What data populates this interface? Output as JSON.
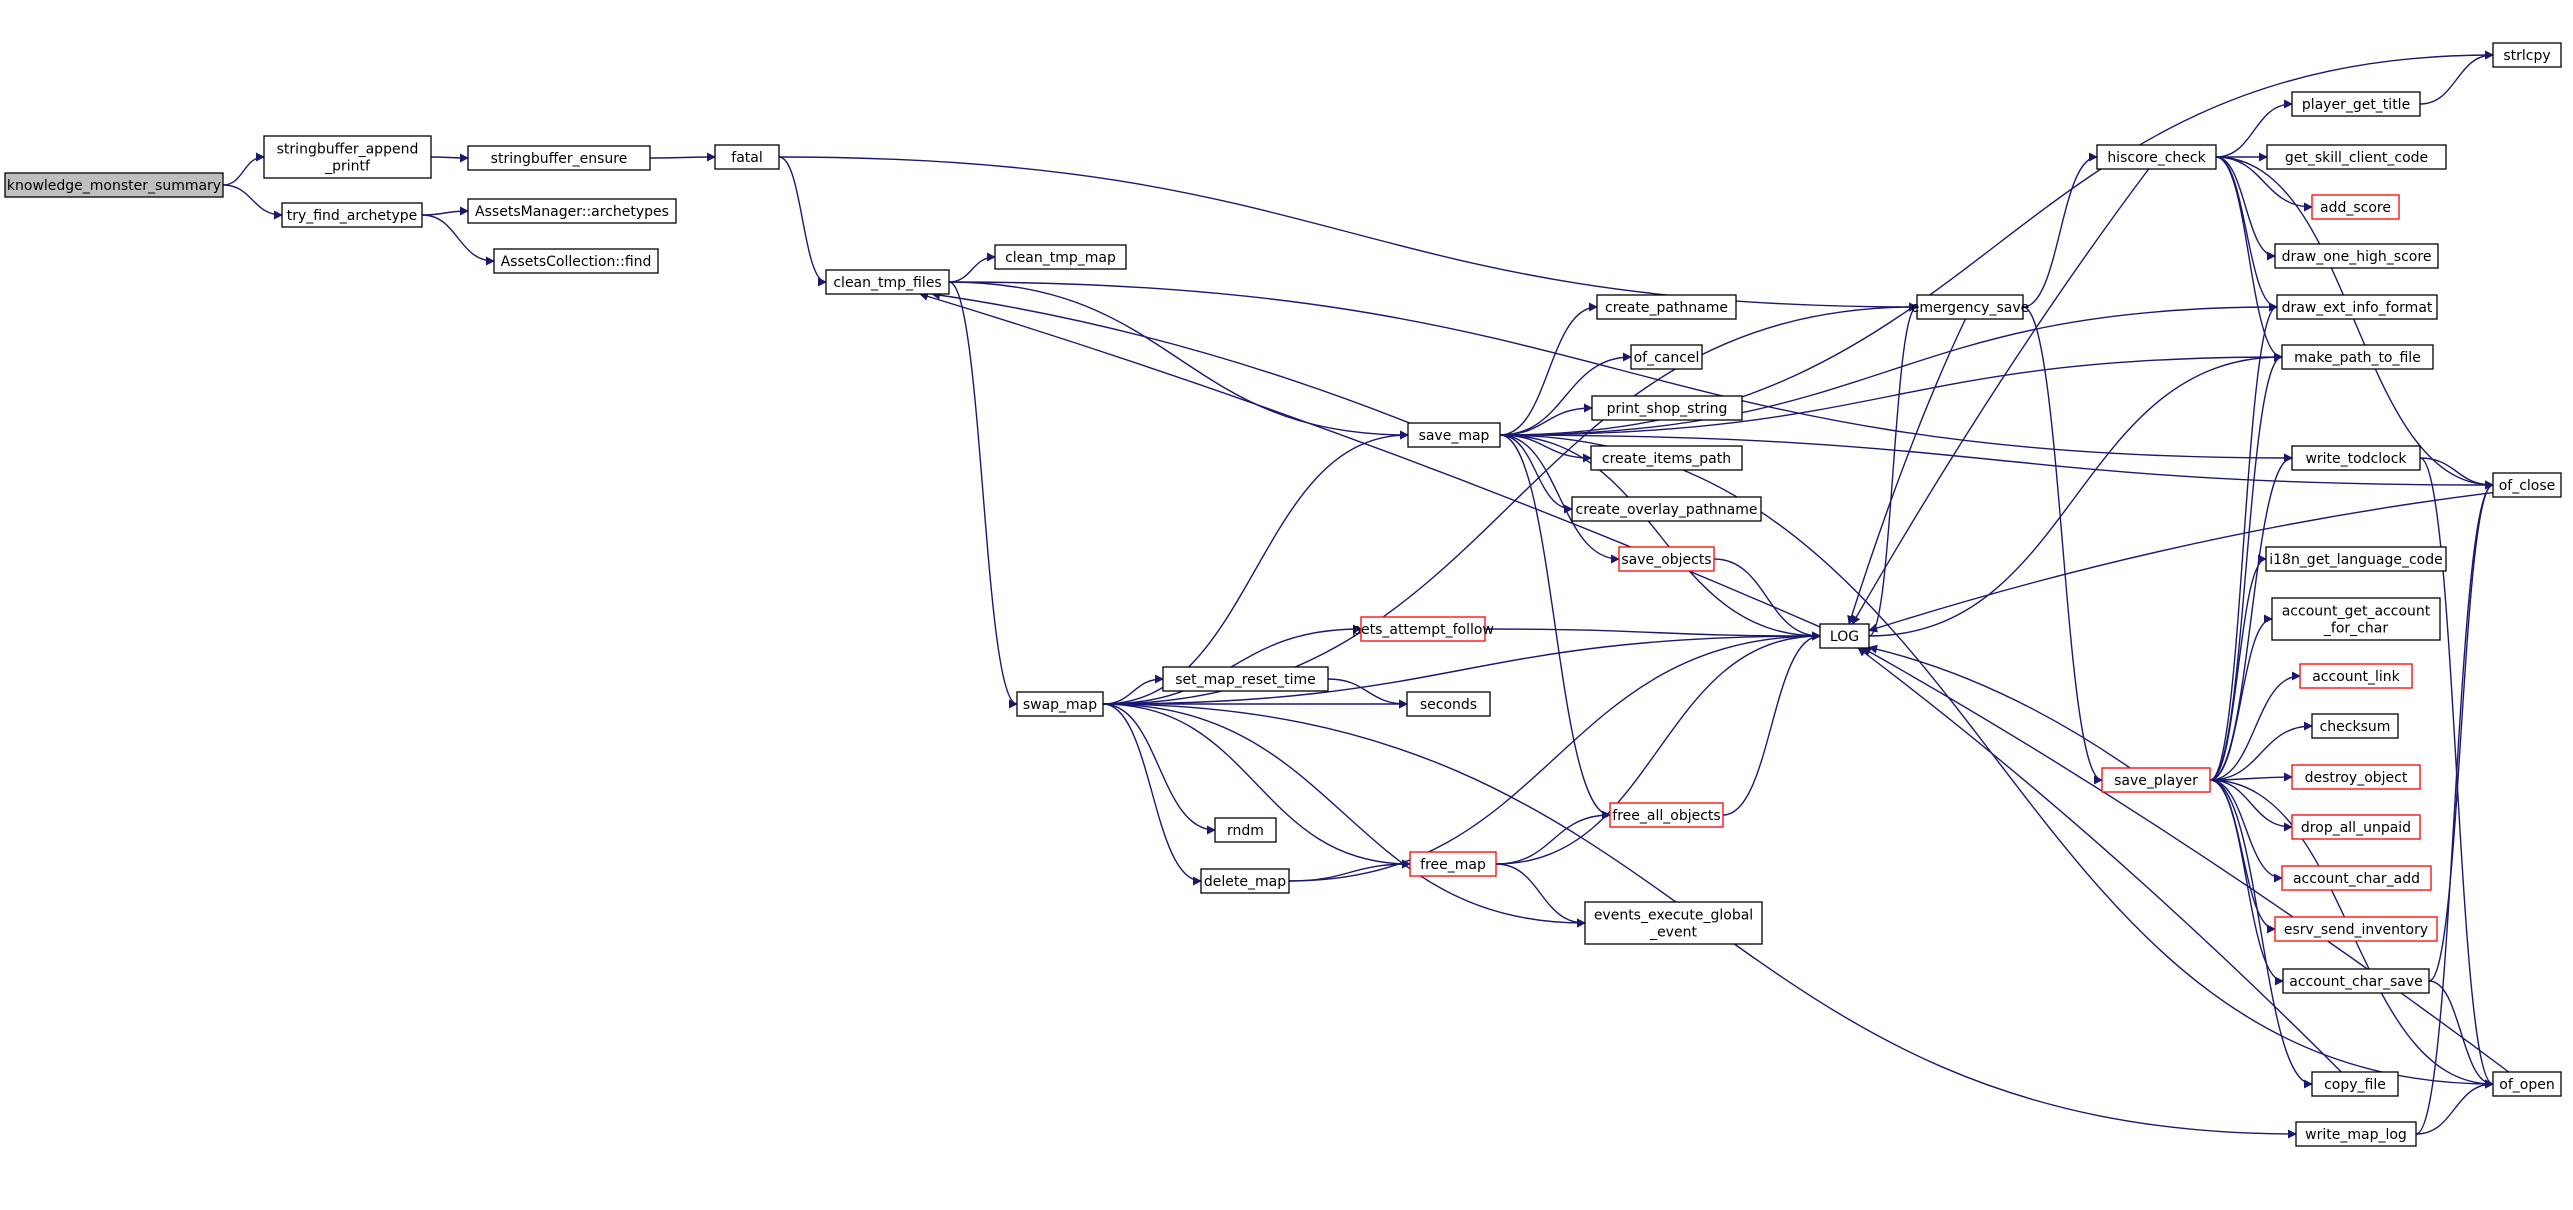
{
  "colors": {
    "edge": "#191970",
    "node_border": "#000000",
    "node_border_truncated": "#ff0000",
    "root_fill": "#bfbfbf",
    "node_fill": "#ffffff"
  },
  "nodes": [
    {
      "id": "knowledge_monster_summary",
      "lines": [
        "knowledge_monster_summary"
      ],
      "root": true
    },
    {
      "id": "stringbuffer_append_printf",
      "lines": [
        "stringbuffer_append",
        "_printf"
      ]
    },
    {
      "id": "try_find_archetype",
      "lines": [
        "try_find_archetype"
      ]
    },
    {
      "id": "stringbuffer_ensure",
      "lines": [
        "stringbuffer_ensure"
      ]
    },
    {
      "id": "assets_manager_archetypes",
      "lines": [
        "AssetsManager::archetypes"
      ]
    },
    {
      "id": "assets_collection_find",
      "lines": [
        "AssetsCollection::find"
      ]
    },
    {
      "id": "fatal",
      "lines": [
        "fatal"
      ]
    },
    {
      "id": "clean_tmp_files",
      "lines": [
        "clean_tmp_files"
      ]
    },
    {
      "id": "clean_tmp_map",
      "lines": [
        "clean_tmp_map"
      ]
    },
    {
      "id": "swap_map",
      "lines": [
        "swap_map"
      ]
    },
    {
      "id": "save_map",
      "lines": [
        "save_map"
      ]
    },
    {
      "id": "create_pathname",
      "lines": [
        "create_pathname"
      ]
    },
    {
      "id": "of_cancel",
      "lines": [
        "of_cancel"
      ]
    },
    {
      "id": "print_shop_string",
      "lines": [
        "print_shop_string"
      ]
    },
    {
      "id": "create_items_path",
      "lines": [
        "create_items_path"
      ]
    },
    {
      "id": "create_overlay_pathname",
      "lines": [
        "create_overlay_pathname"
      ]
    },
    {
      "id": "save_objects",
      "lines": [
        "save_objects"
      ],
      "truncated": true
    },
    {
      "id": "pets_attempt_follow",
      "lines": [
        "pets_attempt_follow"
      ],
      "truncated": true
    },
    {
      "id": "set_map_reset_time",
      "lines": [
        "set_map_reset_time"
      ]
    },
    {
      "id": "seconds",
      "lines": [
        "seconds"
      ]
    },
    {
      "id": "rndm",
      "lines": [
        "rndm"
      ]
    },
    {
      "id": "delete_map",
      "lines": [
        "delete_map"
      ]
    },
    {
      "id": "free_map",
      "lines": [
        "free_map"
      ],
      "truncated": true
    },
    {
      "id": "free_all_objects",
      "lines": [
        "free_all_objects"
      ],
      "truncated": true
    },
    {
      "id": "events_execute_global_event",
      "lines": [
        "events_execute_global",
        "_event"
      ]
    },
    {
      "id": "LOG",
      "lines": [
        "LOG"
      ]
    },
    {
      "id": "emergency_save",
      "lines": [
        "emergency_save"
      ]
    },
    {
      "id": "hiscore_check",
      "lines": [
        "hiscore_check"
      ]
    },
    {
      "id": "save_player",
      "lines": [
        "save_player"
      ],
      "truncated": true
    },
    {
      "id": "strlcpy",
      "lines": [
        "strlcpy"
      ]
    },
    {
      "id": "player_get_title",
      "lines": [
        "player_get_title"
      ]
    },
    {
      "id": "get_skill_client_code",
      "lines": [
        "get_skill_client_code"
      ]
    },
    {
      "id": "add_score",
      "lines": [
        "add_score"
      ],
      "truncated": true
    },
    {
      "id": "draw_one_high_score",
      "lines": [
        "draw_one_high_score"
      ]
    },
    {
      "id": "draw_ext_info_format",
      "lines": [
        "draw_ext_info_format"
      ]
    },
    {
      "id": "make_path_to_file",
      "lines": [
        "make_path_to_file"
      ]
    },
    {
      "id": "write_todclock",
      "lines": [
        "write_todclock"
      ]
    },
    {
      "id": "of_close",
      "lines": [
        "of_close"
      ]
    },
    {
      "id": "i18n_get_language_code",
      "lines": [
        "i18n_get_language_code"
      ]
    },
    {
      "id": "account_get_account_for_char",
      "lines": [
        "account_get_account",
        "_for_char"
      ]
    },
    {
      "id": "account_link",
      "lines": [
        "account_link"
      ],
      "truncated": true
    },
    {
      "id": "checksum",
      "lines": [
        "checksum"
      ]
    },
    {
      "id": "destroy_object",
      "lines": [
        "destroy_object"
      ],
      "truncated": true
    },
    {
      "id": "drop_all_unpaid",
      "lines": [
        "drop_all_unpaid"
      ],
      "truncated": true
    },
    {
      "id": "account_char_add",
      "lines": [
        "account_char_add"
      ],
      "truncated": true
    },
    {
      "id": "esrv_send_inventory",
      "lines": [
        "esrv_send_inventory"
      ],
      "truncated": true
    },
    {
      "id": "account_char_save",
      "lines": [
        "account_char_save"
      ]
    },
    {
      "id": "copy_file",
      "lines": [
        "copy_file"
      ]
    },
    {
      "id": "of_open",
      "lines": [
        "of_open"
      ]
    },
    {
      "id": "write_map_log",
      "lines": [
        "write_map_log"
      ]
    }
  ],
  "edges": [
    [
      "knowledge_monster_summary",
      "stringbuffer_append_printf"
    ],
    [
      "knowledge_monster_summary",
      "try_find_archetype"
    ],
    [
      "stringbuffer_append_printf",
      "stringbuffer_ensure"
    ],
    [
      "try_find_archetype",
      "assets_manager_archetypes"
    ],
    [
      "try_find_archetype",
      "assets_collection_find"
    ],
    [
      "stringbuffer_ensure",
      "fatal"
    ],
    [
      "fatal",
      "clean_tmp_files"
    ],
    [
      "fatal",
      "emergency_save"
    ],
    [
      "clean_tmp_files",
      "clean_tmp_map"
    ],
    [
      "clean_tmp_files",
      "save_map"
    ],
    [
      "clean_tmp_files",
      "swap_map"
    ],
    [
      "clean_tmp_files",
      "write_todclock"
    ],
    [
      "save_map",
      "clean_tmp_files"
    ],
    [
      "save_map",
      "create_pathname"
    ],
    [
      "save_map",
      "of_cancel"
    ],
    [
      "save_map",
      "print_shop_string"
    ],
    [
      "save_map",
      "create_items_path"
    ],
    [
      "save_map",
      "create_overlay_pathname"
    ],
    [
      "save_map",
      "save_objects"
    ],
    [
      "save_map",
      "LOG"
    ],
    [
      "save_map",
      "free_all_objects"
    ],
    [
      "save_map",
      "strlcpy"
    ],
    [
      "save_map",
      "of_close"
    ],
    [
      "save_map",
      "draw_ext_info_format"
    ],
    [
      "save_map",
      "make_path_to_file"
    ],
    [
      "save_map",
      "of_open"
    ],
    [
      "swap_map",
      "save_map"
    ],
    [
      "swap_map",
      "pets_attempt_follow"
    ],
    [
      "swap_map",
      "set_map_reset_time"
    ],
    [
      "swap_map",
      "seconds"
    ],
    [
      "swap_map",
      "rndm"
    ],
    [
      "swap_map",
      "delete_map"
    ],
    [
      "swap_map",
      "free_map"
    ],
    [
      "swap_map",
      "events_execute_global_event"
    ],
    [
      "swap_map",
      "LOG"
    ],
    [
      "swap_map",
      "write_map_log"
    ],
    [
      "swap_map",
      "emergency_save"
    ],
    [
      "set_map_reset_time",
      "seconds"
    ],
    [
      "pets_attempt_follow",
      "LOG"
    ],
    [
      "delete_map",
      "free_map"
    ],
    [
      "delete_map",
      "LOG"
    ],
    [
      "free_map",
      "free_all_objects"
    ],
    [
      "free_map",
      "events_execute_global_event"
    ],
    [
      "free_map",
      "LOG"
    ],
    [
      "free_all_objects",
      "LOG"
    ],
    [
      "save_objects",
      "LOG"
    ],
    [
      "LOG",
      "clean_tmp_files"
    ],
    [
      "LOG",
      "emergency_save"
    ],
    [
      "LOG",
      "make_path_to_file"
    ],
    [
      "emergency_save",
      "LOG"
    ],
    [
      "emergency_save",
      "hiscore_check"
    ],
    [
      "emergency_save",
      "save_player"
    ],
    [
      "hiscore_check",
      "player_get_title"
    ],
    [
      "hiscore_check",
      "get_skill_client_code"
    ],
    [
      "hiscore_check",
      "add_score"
    ],
    [
      "hiscore_check",
      "draw_one_high_score"
    ],
    [
      "hiscore_check",
      "draw_ext_info_format"
    ],
    [
      "hiscore_check",
      "make_path_to_file"
    ],
    [
      "hiscore_check",
      "of_close"
    ],
    [
      "hiscore_check",
      "LOG"
    ],
    [
      "player_get_title",
      "strlcpy"
    ],
    [
      "save_player",
      "LOG"
    ],
    [
      "save_player",
      "draw_ext_info_format"
    ],
    [
      "save_player",
      "make_path_to_file"
    ],
    [
      "save_player",
      "write_todclock"
    ],
    [
      "save_player",
      "i18n_get_language_code"
    ],
    [
      "save_player",
      "account_get_account_for_char"
    ],
    [
      "save_player",
      "account_link"
    ],
    [
      "save_player",
      "checksum"
    ],
    [
      "save_player",
      "destroy_object"
    ],
    [
      "save_player",
      "drop_all_unpaid"
    ],
    [
      "save_player",
      "account_char_add"
    ],
    [
      "save_player",
      "esrv_send_inventory"
    ],
    [
      "save_player",
      "account_char_save"
    ],
    [
      "save_player",
      "copy_file"
    ],
    [
      "save_player",
      "of_open"
    ],
    [
      "write_todclock",
      "of_close"
    ],
    [
      "write_todclock",
      "of_open"
    ],
    [
      "of_close",
      "LOG"
    ],
    [
      "account_char_save",
      "of_close"
    ],
    [
      "account_char_save",
      "of_open"
    ],
    [
      "copy_file",
      "LOG"
    ],
    [
      "write_map_log",
      "of_close"
    ],
    [
      "write_map_log",
      "of_open"
    ],
    [
      "of_open",
      "LOG"
    ]
  ]
}
